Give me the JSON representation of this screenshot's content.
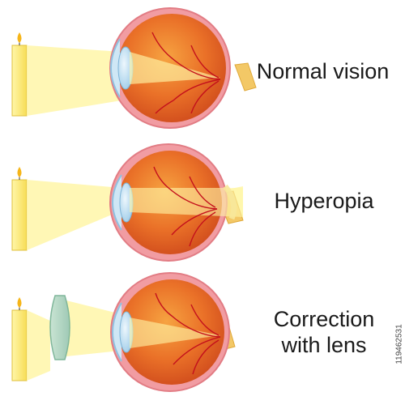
{
  "labels": {
    "normal": "Normal vision",
    "hyperopia": "Hyperopia",
    "correction_line1": "Correction",
    "correction_line2": "with lens"
  },
  "stock_id": "119462531",
  "colors": {
    "eyeball": "#e9742a",
    "eyeball_outer": "#e94848",
    "sclera": "#f6a9b0",
    "cornea": "#cde6f4",
    "lens": "#b5d8ee",
    "light_beam": "#fff6a8",
    "candle": "#fff28a",
    "corrective_lens": "#b8d9c6",
    "vessel": "#c4101c",
    "nerve": "#f3c866"
  }
}
